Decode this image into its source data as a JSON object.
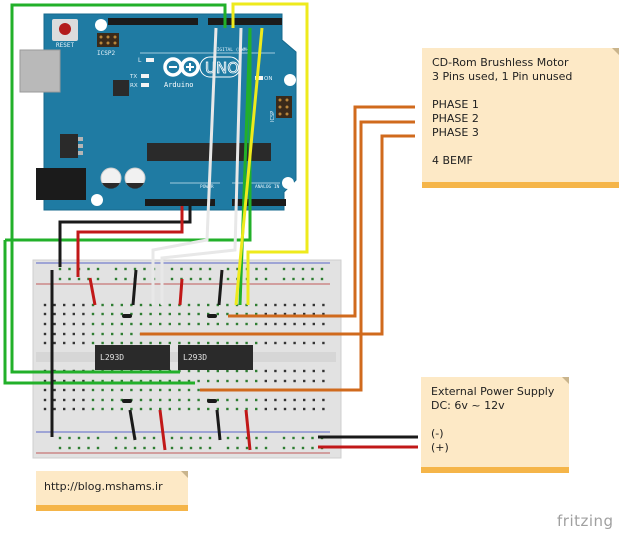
{
  "title": "CD-Rom Brushless Motor driver with Arduino UNO and two L293D",
  "arduino": {
    "brand": "Arduino",
    "model": "UNO",
    "labels": {
      "reset": "RESET",
      "icsp2": "ICSP2",
      "icsp": "ICSP",
      "l": "L",
      "tx": "TX",
      "rx": "RX",
      "on": "ON",
      "digital": "DIGITAL (PWM~)",
      "power": "POWER",
      "analog": "ANALOG IN"
    },
    "board_color": "#1f7ba3"
  },
  "breadboard": {
    "chips": [
      {
        "label": "L293D"
      },
      {
        "label": "L293D"
      }
    ]
  },
  "notes": {
    "motor": {
      "lines": [
        "CD-Rom Brushless Motor",
        "3 Pins used, 1 Pin unused",
        "",
        "PHASE 1",
        "PHASE 2",
        "PHASE 3",
        "",
        "4 BEMF"
      ]
    },
    "power": {
      "lines": [
        "External Power Supply",
        "DC: 6v ~ 12v",
        "",
        "(-)",
        "(+)"
      ]
    },
    "url": {
      "text": "http://blog.mshams.ir"
    }
  },
  "wire_colors": {
    "green": "#22b02a",
    "yellow": "#eeea1c",
    "white": "#e8e8e8",
    "orange": "#d06a1d",
    "red": "#c11818",
    "black": "#1a1a1a"
  },
  "watermark": "fritzing"
}
